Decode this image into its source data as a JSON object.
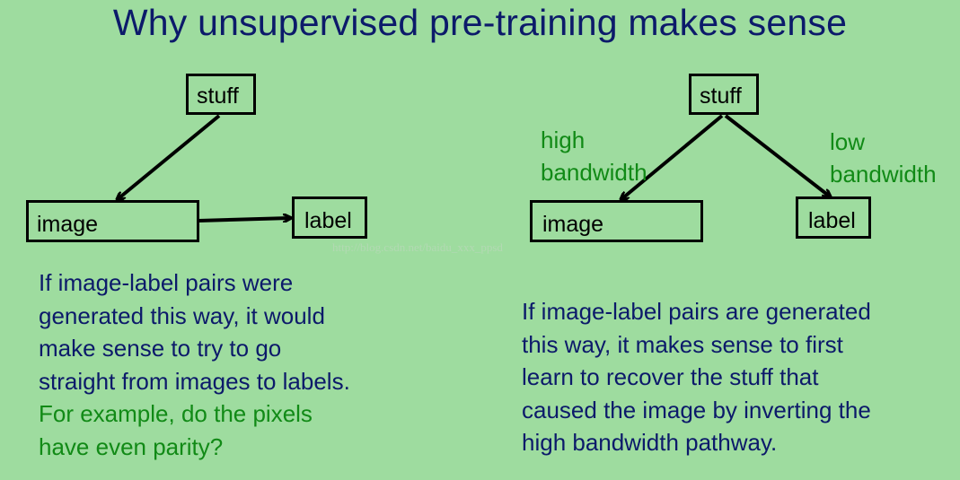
{
  "title": "Why unsupervised pre-training makes sense",
  "left_diagram": {
    "stuff": "stuff",
    "image": "image",
    "label": "label"
  },
  "right_diagram": {
    "stuff": "stuff",
    "image": "image",
    "label": "label",
    "high_bandwidth": [
      "high",
      "bandwidth"
    ],
    "low_bandwidth": [
      "low",
      "bandwidth"
    ]
  },
  "left_text": {
    "lines": [
      "If image-label pairs were",
      "generated this way, it would",
      "make sense to try to go",
      "straight from images to labels."
    ],
    "green_lines": [
      "For example,  do the pixels",
      "have even parity?"
    ]
  },
  "right_text": {
    "lines": [
      "If image-label pairs are generated",
      "this way, it makes sense to first",
      "learn to recover the stuff that",
      "caused the image by inverting the",
      "high bandwidth pathway."
    ]
  },
  "watermark": "http://blog.csdn.net/baidu_xxx_ppsd",
  "colors": {
    "background": "#9edc9f",
    "title": "#0c1a6a",
    "body_text": "#0c1a6a",
    "green_text": "#118a16"
  }
}
